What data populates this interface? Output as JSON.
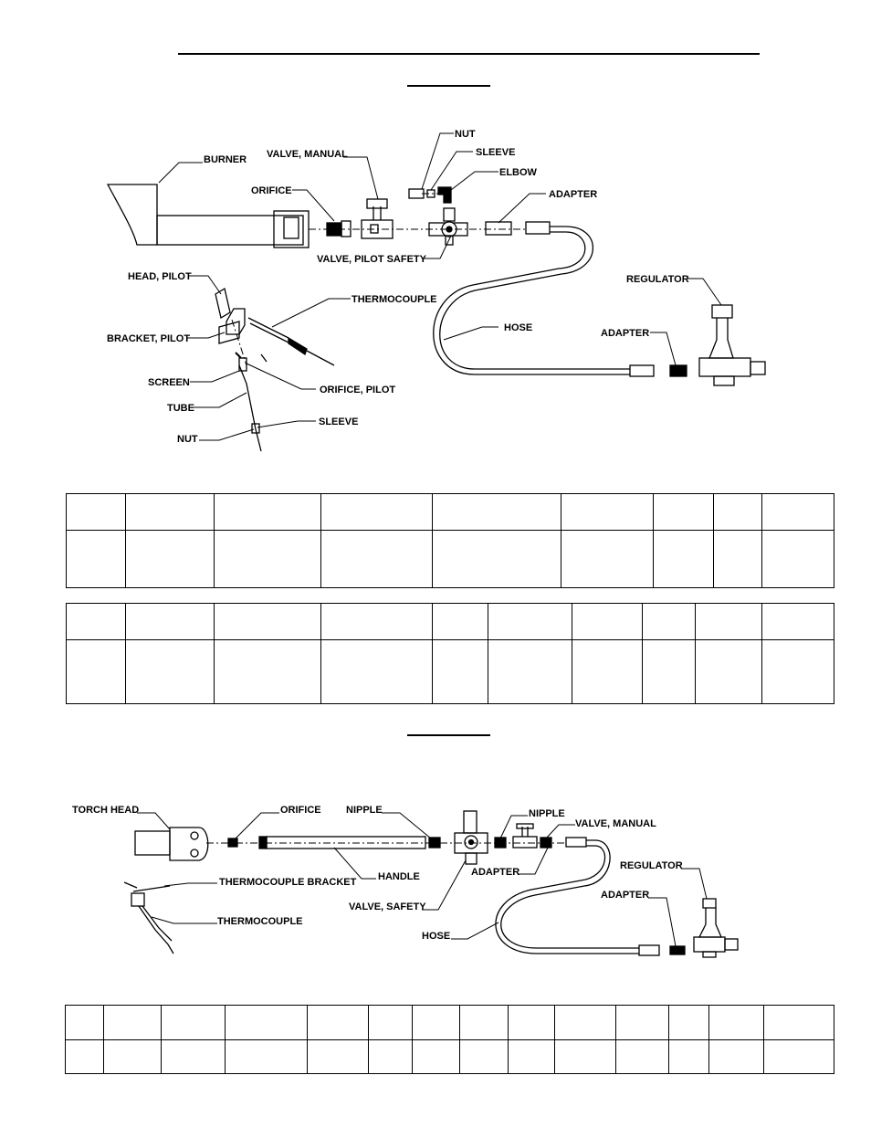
{
  "diagram_top": {
    "labels": {
      "burner": "BURNER",
      "valve_manual": "VALVE, MANUAL",
      "nut_top": "NUT",
      "sleeve_top": "SLEEVE",
      "elbow": "ELBOW",
      "orifice": "ORIFICE",
      "adapter_top": "ADAPTER",
      "valve_pilot_safety": "VALVE, PILOT SAFETY",
      "regulator": "REGULATOR",
      "head_pilot": "HEAD, PILOT",
      "thermocouple": "THERMOCOUPLE",
      "hose": "HOSE",
      "adapter_bottom": "ADAPTER",
      "bracket_pilot": "BRACKET, PILOT",
      "screen": "SCREEN",
      "orifice_pilot": "ORIFICE, PILOT",
      "tube": "TUBE",
      "sleeve_bottom": "SLEEVE",
      "nut_bottom": "NUT"
    }
  },
  "diagram_bottom": {
    "labels": {
      "torch_head": "TORCH HEAD",
      "orifice": "ORIFICE",
      "nipple_left": "NIPPLE",
      "nipple_right": "NIPPLE",
      "valve_manual": "VALVE, MANUAL",
      "thermocouple_bracket": "THERMOCOUPLE BRACKET",
      "handle": "HANDLE",
      "adapter_mid": "ADAPTER",
      "regulator": "REGULATOR",
      "thermocouple": "THERMOCOUPLE",
      "valve_safety": "VALVE, SAFETY",
      "adapter_right": "ADAPTER",
      "hose": "HOSE"
    }
  }
}
